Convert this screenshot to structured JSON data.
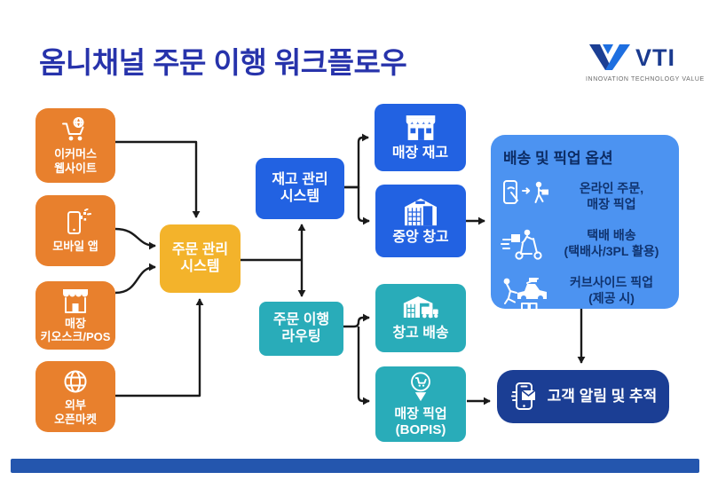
{
  "title": "옴니채널 주문 이행 워크플로우",
  "logo": {
    "text": "VTI",
    "tagline": "INNOVATION TECHNOLOGY VALUE"
  },
  "palette": {
    "orange": "#E8802D",
    "amber": "#F3B32B",
    "blue": "#2262E2",
    "teal": "#29ACB9",
    "panel": "#4C93F1",
    "navy": "#1B3E94",
    "title": "#2733AB",
    "bar": "#2456AE",
    "paneltext": "#10336E",
    "arrow": "#1A1A1A"
  },
  "channels": [
    {
      "label": "이커머스\n웹사이트",
      "icon": "cart-globe-icon"
    },
    {
      "label": "모바일 앱",
      "icon": "mobile-app-icon"
    },
    {
      "label": "매장\n키오스크/POS",
      "icon": "storefront-awning-icon"
    },
    {
      "label": "외부\n오픈마켓",
      "icon": "globe-icon"
    }
  ],
  "systems": {
    "oms": "주문 관리\n시스템",
    "inventory": "재고 관리\n시스템",
    "routing": "주문 이행\n라우팅"
  },
  "nodes": {
    "store_stock": "매장 재고",
    "central_warehouse": "중앙 창고",
    "warehouse_delivery": "창고 배송",
    "store_pickup": "매장 픽업\n(BOPIS)"
  },
  "options_panel": {
    "header": "배송 및 픽업 옵션",
    "items": [
      {
        "label": "온라인 주문,\n매장 픽업",
        "icon": "phone-order-pickup-icon"
      },
      {
        "label": "택배 배송\n(택배사/3PL 활용)",
        "icon": "delivery-scooter-icon"
      },
      {
        "label": "커브사이드 픽업\n(제공 시)",
        "icon": "curbside-car-icon"
      }
    ]
  },
  "customer": {
    "label": "고객 알림 및 추적",
    "icon": "phone-notification-icon"
  }
}
